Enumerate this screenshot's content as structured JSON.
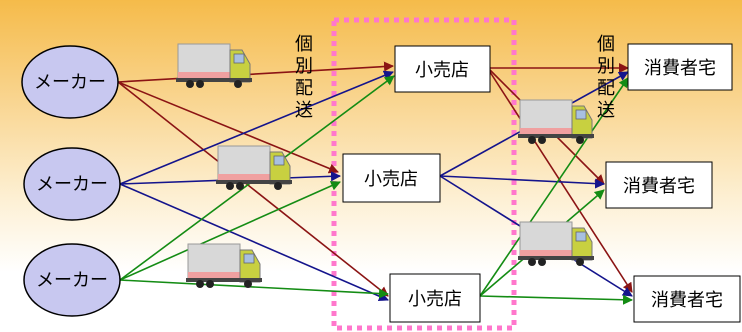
{
  "makers": [
    {
      "label": "メーカー"
    },
    {
      "label": "メーカー"
    },
    {
      "label": "メーカー"
    }
  ],
  "retailers": [
    {
      "label": "小売店"
    },
    {
      "label": "小売店"
    },
    {
      "label": "小売店"
    }
  ],
  "consumers": [
    {
      "label": "消費者宅"
    },
    {
      "label": "消費者宅"
    },
    {
      "label": "消費者宅"
    }
  ],
  "delivery_label_left": "個別配送",
  "delivery_label_right": "個別配送",
  "colors": {
    "maker_fill": "#c8c8f0",
    "route_red": "#8b1414",
    "route_blue": "#14148c",
    "route_green": "#148c14",
    "highlight_box": "#ff77cc"
  },
  "icons": [
    "truck-icon"
  ]
}
